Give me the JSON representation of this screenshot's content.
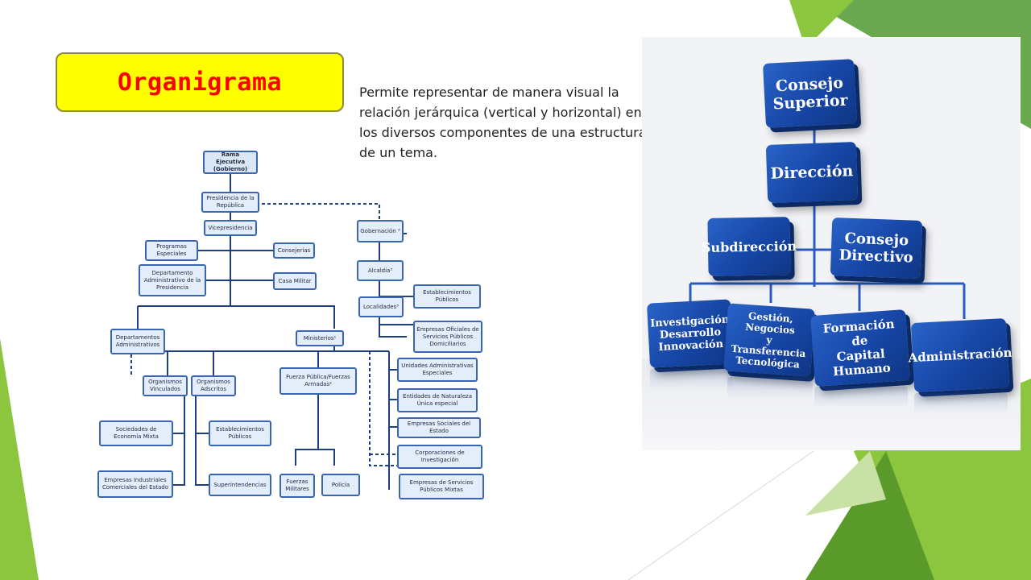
{
  "slide": {
    "title": "Organigrama",
    "description_lines": [
      "Permite representar de manera visual la",
      "relación jerárquica (vertical y horizontal) entre",
      "los diversos componentes de una estructura o",
      "de un tema."
    ],
    "colors": {
      "title_fill": "#ffff00",
      "title_text": "#ff0000",
      "accent_green": "#8cc63f",
      "dark_green": "#5a9a2a"
    }
  },
  "org_chart_government": {
    "rama": "Rama Ejecutiva (Gobierno)",
    "presidencia": "Presidencia de la República",
    "vicepresidencia": "Vicepresidencia",
    "programas": "Programas Especiales",
    "consejerias": "Consejerías",
    "dapre": "Departamento Administrativo de la Presidencia",
    "casa_militar": "Casa Militar",
    "gobernacion": "Gobernación ³",
    "alcaldia": "Alcaldía³",
    "localidades": "Localidades³",
    "establecimientos_1": "Establecimientos Públicos",
    "empresas_oficiales": "Empresas Oficiales de Servicios Públicos Domiciliarios",
    "departamentos_adm": "Departamentos Administrativos",
    "ministerios": "Ministerios¹",
    "unidades": "Unidades Administrativas Especiales",
    "entidades": "Entidades de Naturaleza Única especial",
    "organismos_vinculados": "Organismos Vinculados",
    "organismos_adscritos": "Organismos Adscritos",
    "fuerza_publica": "Fuerza Pública/Fuerzas Armadas²",
    "empresas_sociales": "Empresas Sociales del Estado",
    "sociedades": "Sociedades de Economía Mixta",
    "establecimientos_2": "Establecimientos Públicos",
    "corporaciones": "Corporaciones de Investigación",
    "empresas_industriales": "Empresas Industriales Comerciales del Estado",
    "superintendencias": "Superintendencias",
    "fuerzas_militares": "Fuerzas Militares",
    "policia": "Policía",
    "empresas_mixtas": "Empresas de Servicios Públicos Mixtas"
  },
  "org_chart_3d": {
    "consejo_superior": [
      "Consejo",
      "Superior"
    ],
    "direccion": [
      "Dirección"
    ],
    "subdireccion": [
      "Subdirección"
    ],
    "consejo_directivo": [
      "Consejo",
      "Directivo"
    ],
    "investigacion": [
      "Investigación",
      "Desarrollo",
      "Innovación"
    ],
    "gestion": [
      "Gestión, Negocios",
      "y Transferencia",
      "Tecnológica"
    ],
    "formacion": [
      "Formación de",
      "Capital Humano"
    ],
    "administracion": [
      "Administración"
    ],
    "colors": {
      "cube": "#1a4fb5",
      "cube_dark": "#0b2a66",
      "connector": "#2a5cc0"
    }
  }
}
